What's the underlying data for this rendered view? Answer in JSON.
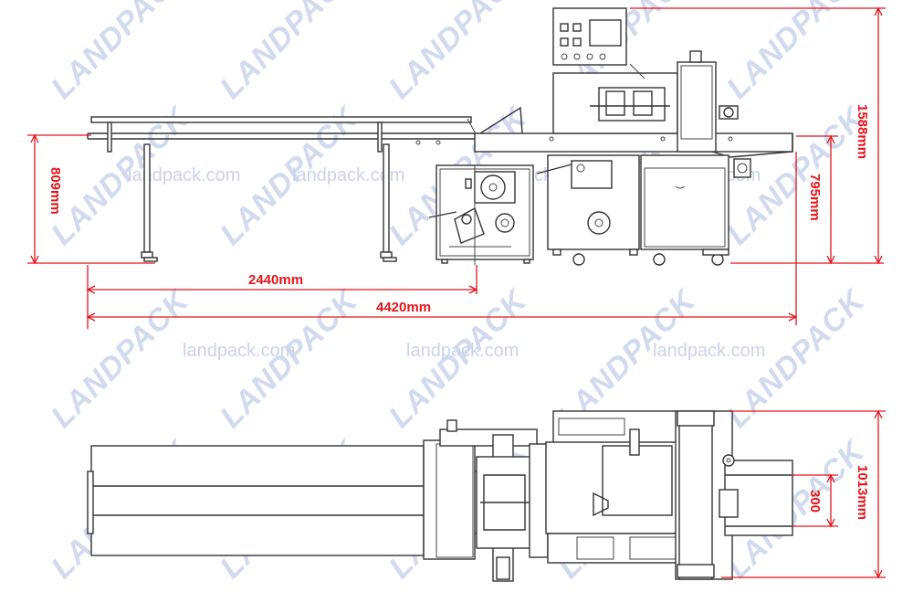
{
  "watermark": {
    "brand": "LANDPACK",
    "site": "landpack.com"
  },
  "side_view": {
    "overall_length": "4420mm",
    "infeed_length": "2440mm",
    "infeed_height": "809mm",
    "outfeed_height": "795mm",
    "total_height": "1588mm"
  },
  "top_view": {
    "total_width": "1013mm",
    "outfeed_width": "300"
  },
  "colors": {
    "dimension": "#e3141b",
    "linework": "#333333",
    "watermark": "#c9d3ea"
  }
}
